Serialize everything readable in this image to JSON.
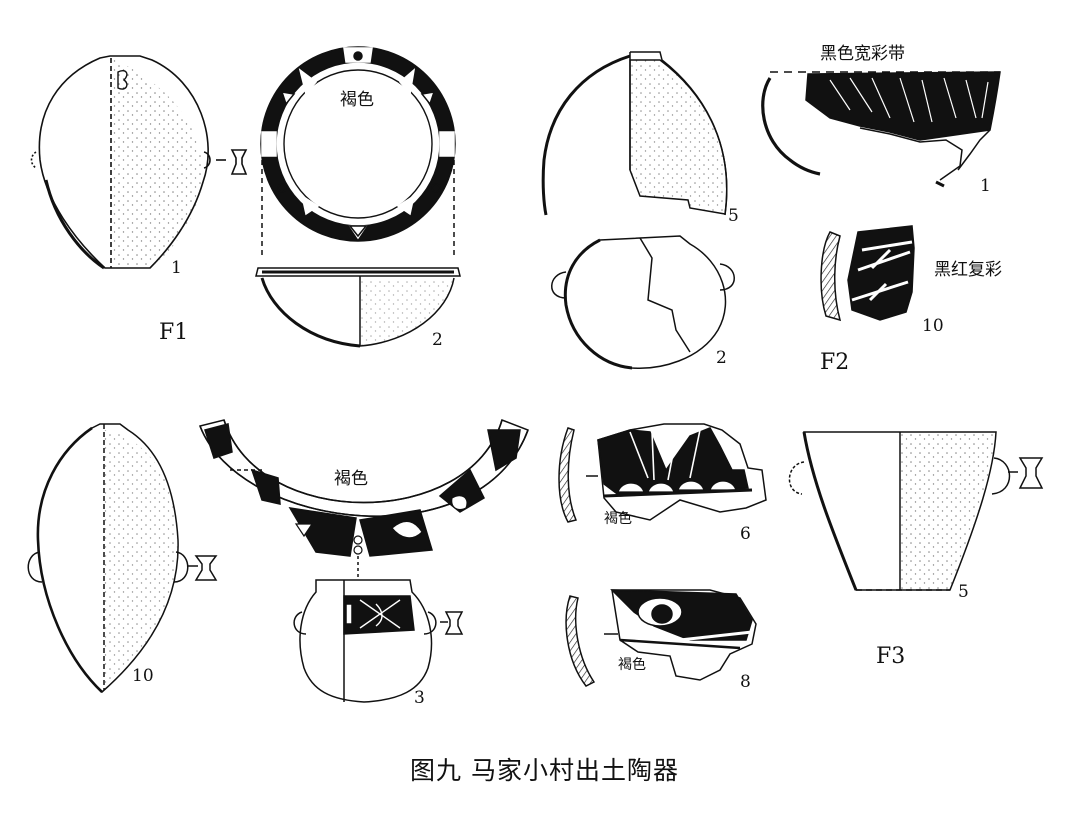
{
  "caption": "图九  马家小村出土陶器",
  "groups": {
    "f1": {
      "label": "F1",
      "items": [
        {
          "number": "1"
        },
        {
          "number": "2",
          "paint_note": "褐色"
        }
      ]
    },
    "f2": {
      "label": "F2",
      "items": [
        {
          "number": "5"
        },
        {
          "number": "2"
        },
        {
          "number": "1",
          "paint_note": "黑色宽彩带"
        },
        {
          "number": "10",
          "paint_note": "黑红复彩"
        }
      ]
    },
    "f3": {
      "label": "F3",
      "items": [
        {
          "number": "10"
        },
        {
          "number": "褐色"
        },
        {
          "number": "3"
        },
        {
          "number": "6",
          "paint_note": "褐色"
        },
        {
          "number": "8",
          "paint_note": "褐色"
        },
        {
          "number": "5"
        }
      ]
    }
  },
  "colors": {
    "ink": "#111111",
    "paper": "#ffffff"
  }
}
